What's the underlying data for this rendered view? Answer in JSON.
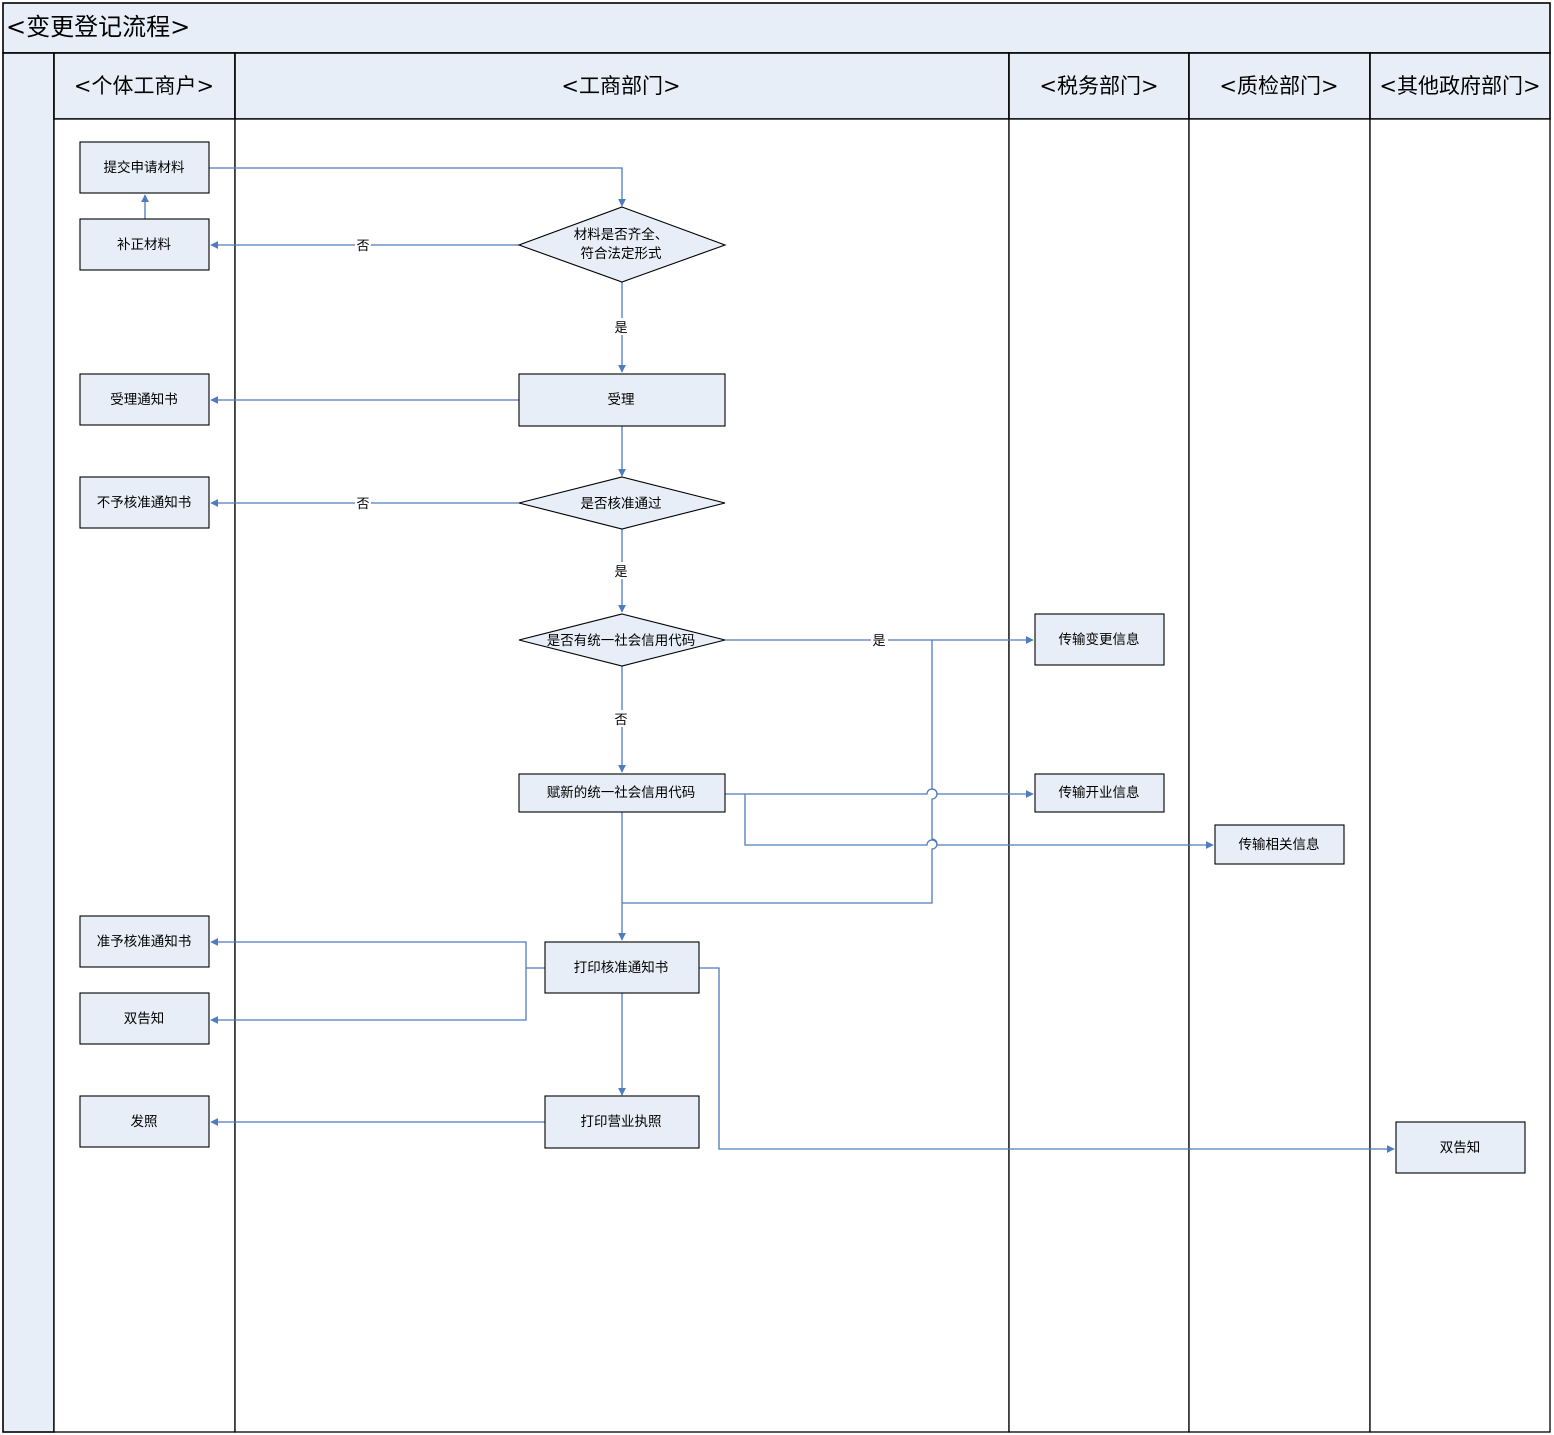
{
  "title": "<变更登记流程>",
  "lanes": [
    {
      "id": "lane-individual",
      "label": "<个体工商户>"
    },
    {
      "id": "lane-aic",
      "label": "<工商部门>"
    },
    {
      "id": "lane-tax",
      "label": "<税务部门>"
    },
    {
      "id": "lane-qc",
      "label": "<质检部门>"
    },
    {
      "id": "lane-other",
      "label": "<其他政府部门>"
    }
  ],
  "nodes": {
    "submit": "提交申请材料",
    "supplement": "补正材料",
    "check_materials_1": "材料是否齐全、",
    "check_materials_2": "符合法定形式",
    "accept": "受理",
    "accept_notice": "受理通知书",
    "approve_q": "是否核准通过",
    "reject_notice": "不予核准通知书",
    "credit_code_q": "是否有统一社会信用代码",
    "transfer_change": "传输变更信息",
    "assign_code": "赋新的统一社会信用代码",
    "transfer_open": "传输开业信息",
    "transfer_related": "传输相关信息",
    "approve_notice": "准予核准通知书",
    "print_notice": "打印核准通知书",
    "double_notify_left": "双告知",
    "issue_license": "发照",
    "print_license": "打印营业执照",
    "double_notify_right": "双告知"
  },
  "edge_labels": {
    "no_1": "否",
    "yes_1": "是",
    "no_2": "否",
    "yes_2": "是",
    "yes_3": "是",
    "no_3": "否"
  },
  "colors": {
    "lane_fill": "#e8eef7",
    "connector": "#4f7bbf",
    "border": "#000000"
  }
}
